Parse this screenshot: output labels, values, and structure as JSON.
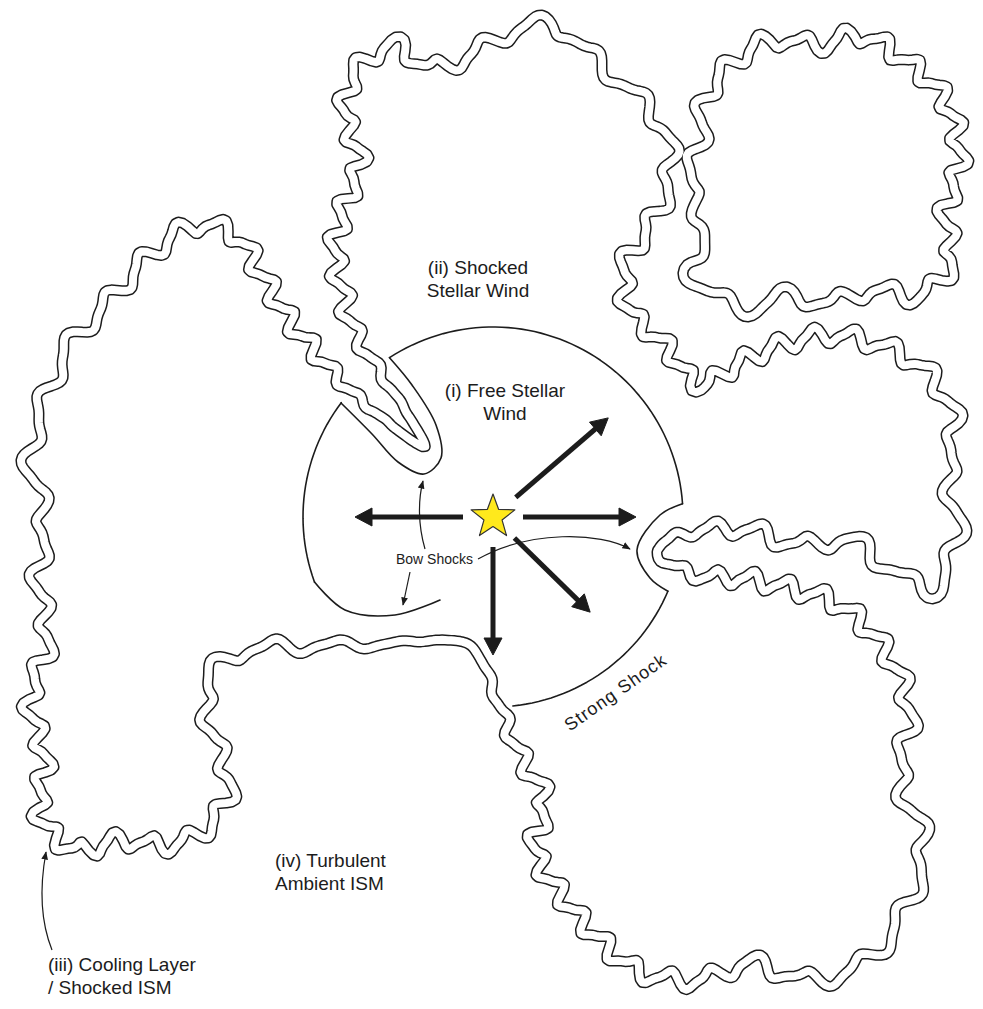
{
  "diagram": {
    "labels": [
      "(ii) Shocked Stellar Wind",
      "(i) Free Stellar Wind",
      "Bow Shocks",
      "Strong Shock",
      "(iv) Turbulent Ambient ISM",
      "(iii) Cooling Layer / Shocked ISM"
    ]
  }
}
